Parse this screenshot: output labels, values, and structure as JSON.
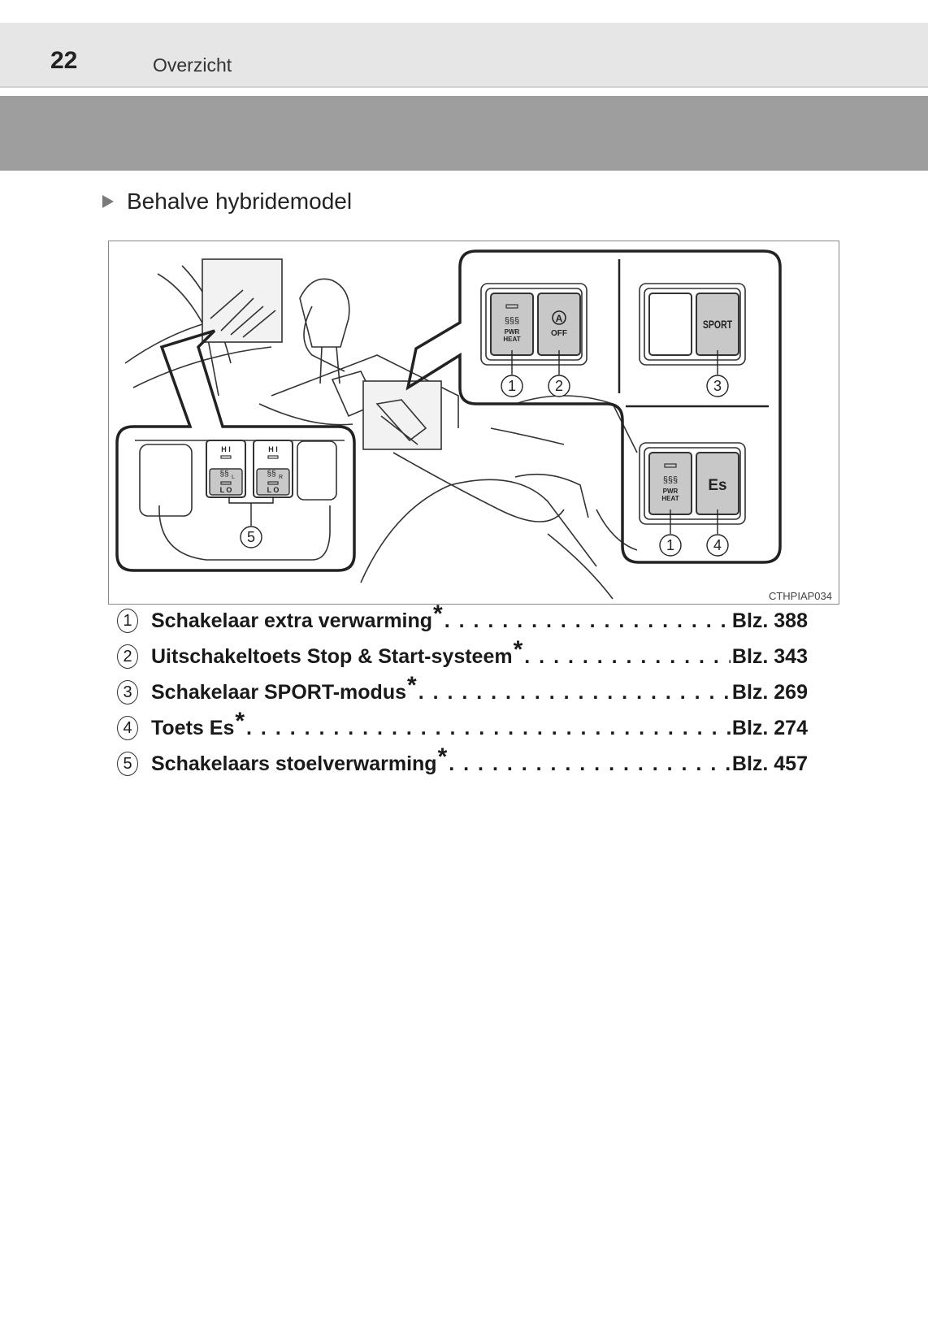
{
  "header": {
    "page_number": "22",
    "section_title": "Overzicht"
  },
  "subheading": "Behalve hybridemodel",
  "figure": {
    "code": "CTHPIAP034",
    "callouts": [
      "1",
      "2",
      "3",
      "1",
      "4",
      "5"
    ],
    "button_labels": {
      "pwr_heat_top": "PWR",
      "pwr_heat_bottom": "HEAT",
      "off": "OFF",
      "auto_letter": "A",
      "sport": "SPORT",
      "es": "Es",
      "hi": "H I",
      "lo": "L O",
      "seat_left_suffix": "L",
      "seat_right_suffix": "R"
    }
  },
  "legend": [
    {
      "num": "1",
      "label": "Schakelaar extra verwarming",
      "star": "*",
      "page": "Blz. 388"
    },
    {
      "num": "2",
      "label": "Uitschakeltoets Stop & Start-systeem",
      "star": "*",
      "page": "Blz. 343"
    },
    {
      "num": "3",
      "label": "Schakelaar SPORT-modus",
      "star": "*",
      "page": "Blz. 269"
    },
    {
      "num": "4",
      "label": "Toets Es",
      "star": "*",
      "page": "Blz. 274"
    },
    {
      "num": "5",
      "label": "Schakelaars stoelverwarming",
      "star": "*",
      "page": "Blz. 457"
    }
  ]
}
